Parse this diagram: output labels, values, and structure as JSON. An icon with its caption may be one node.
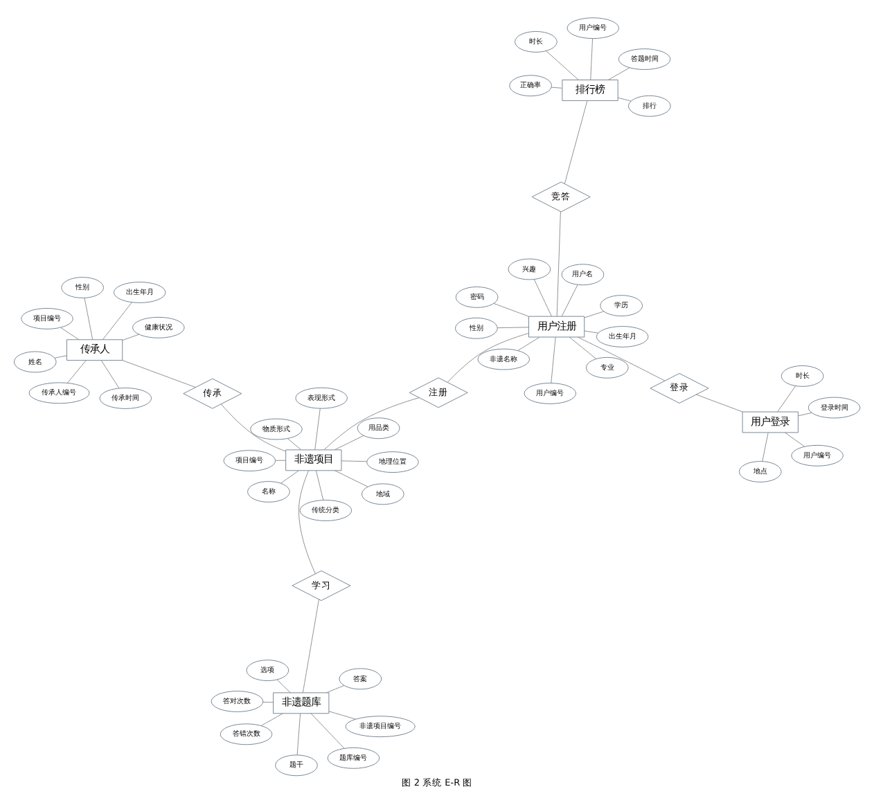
{
  "diagram": {
    "caption": "图 2 系统 E-R 图",
    "nodes": [
      {
        "text": [
          "非遗题库"
        ]
      },
      {
        "text": [
          "非遗项目编号"
        ]
      },
      {
        "text": [
          "题干"
        ]
      },
      {
        "text": [
          "选项"
        ]
      },
      {
        "text": [
          "答案"
        ]
      },
      {
        "text": [
          "答对次数"
        ]
      },
      {
        "text": [
          "答错次数"
        ]
      },
      {
        "text": [
          "题库编号"
        ]
      },
      {
        "text": [
          "学习"
        ]
      },
      {
        "text": [
          "非遗项目"
        ]
      },
      {
        "text": [
          "名称"
        ]
      },
      {
        "text": [
          "项目编号"
        ]
      },
      {
        "text": [
          "地理位置"
        ]
      },
      {
        "text": [
          "用品类"
        ]
      },
      {
        "text": [
          "表现形式"
        ]
      },
      {
        "text": [
          "传统分类"
        ]
      },
      {
        "text": [
          "地域"
        ]
      },
      {
        "text": [
          "物质形式"
        ]
      },
      {
        "text": [
          "传承"
        ]
      },
      {
        "text": [
          "传承人"
        ]
      },
      {
        "text": [
          "传承人编号"
        ]
      },
      {
        "text": [
          "姓名"
        ]
      },
      {
        "text": [
          "性别"
        ]
      },
      {
        "text": [
          "出生年月"
        ]
      },
      {
        "text": [
          "项目编号"
        ]
      },
      {
        "text": [
          "传承时间"
        ]
      },
      {
        "text": [
          "健康状况"
        ]
      },
      {
        "text": [
          "注册"
        ]
      },
      {
        "text": [
          "用户注册"
        ]
      },
      {
        "text": [
          "专业"
        ]
      },
      {
        "text": [
          "兴趣"
        ]
      },
      {
        "text": [
          "出生年月"
        ]
      },
      {
        "text": [
          "非遗名称"
        ]
      },
      {
        "text": [
          "性别"
        ]
      },
      {
        "text": [
          "学历"
        ]
      },
      {
        "text": [
          "用户编号"
        ]
      },
      {
        "text": [
          "密码"
        ]
      },
      {
        "text": [
          "用户名"
        ]
      },
      {
        "text": [
          "竞答"
        ]
      },
      {
        "text": [
          "排行榜"
        ]
      },
      {
        "text": [
          "用户编号"
        ]
      },
      {
        "text": [
          "时长"
        ]
      },
      {
        "text": [
          "正确率"
        ]
      },
      {
        "text": [
          "答题时间"
        ]
      },
      {
        "text": [
          "排行"
        ]
      },
      {
        "text": [
          "登录"
        ]
      },
      {
        "text": [
          "用户登录"
        ]
      },
      {
        "text": [
          "用户编号"
        ]
      },
      {
        "text": [
          "时长"
        ]
      },
      {
        "text": [
          "登录时间"
        ]
      },
      {
        "text": [
          "地点"
        ]
      }
    ],
    "edges": [
      {
        "from": 0,
        "to": 1,
        "arrow": "none"
      },
      {
        "from": 0,
        "to": 2,
        "arrow": "none"
      },
      {
        "from": 0,
        "to": 3,
        "arrow": "none"
      },
      {
        "from": 0,
        "to": 4,
        "arrow": "none"
      },
      {
        "from": 0,
        "to": 5,
        "arrow": "none"
      },
      {
        "from": 0,
        "to": 6,
        "arrow": "none"
      },
      {
        "from": 0,
        "to": 7,
        "arrow": "none"
      },
      {
        "from": 8,
        "to": 0,
        "arrow": "none"
      },
      {
        "from": 9,
        "to": 8,
        "arrow": "none"
      },
      {
        "from": 9,
        "to": 10,
        "arrow": "none"
      },
      {
        "from": 9,
        "to": 11,
        "arrow": "none"
      },
      {
        "from": 9,
        "to": 12,
        "arrow": "none"
      },
      {
        "from": 9,
        "to": 13,
        "arrow": "none"
      },
      {
        "from": 9,
        "to": 14,
        "arrow": "none"
      },
      {
        "from": 9,
        "to": 15,
        "arrow": "none"
      },
      {
        "from": 9,
        "to": 16,
        "arrow": "none"
      },
      {
        "from": 9,
        "to": 17,
        "arrow": "none"
      },
      {
        "from": 9,
        "to": 18,
        "arrow": "none"
      },
      {
        "from": 18,
        "to": 19,
        "arrow": "none"
      },
      {
        "from": 19,
        "to": 20,
        "arrow": "none"
      },
      {
        "from": 19,
        "to": 21,
        "arrow": "none"
      },
      {
        "from": 19,
        "to": 22,
        "arrow": "none"
      },
      {
        "from": 19,
        "to": 23,
        "arrow": "none"
      },
      {
        "from": 19,
        "to": 24,
        "arrow": "none"
      },
      {
        "from": 19,
        "to": 25,
        "arrow": "none"
      },
      {
        "from": 19,
        "to": 26,
        "arrow": "none"
      },
      {
        "from": 9,
        "to": 27,
        "arrow": "none"
      },
      {
        "from": 27,
        "to": 28,
        "arrow": "none"
      },
      {
        "from": 28,
        "to": 29,
        "arrow": "none"
      },
      {
        "from": 28,
        "to": 30,
        "arrow": "none"
      },
      {
        "from": 28,
        "to": 31,
        "arrow": "none"
      },
      {
        "from": 28,
        "to": 32,
        "arrow": "none"
      },
      {
        "from": 28,
        "to": 33,
        "arrow": "none"
      },
      {
        "from": 28,
        "to": 34,
        "arrow": "none"
      },
      {
        "from": 28,
        "to": 35,
        "arrow": "none"
      },
      {
        "from": 28,
        "to": 36,
        "arrow": "none"
      },
      {
        "from": 28,
        "to": 37,
        "arrow": "none"
      },
      {
        "from": 28,
        "to": 38,
        "arrow": "none"
      },
      {
        "from": 38,
        "to": 39,
        "arrow": "none"
      },
      {
        "from": 39,
        "to": 40,
        "arrow": "none"
      },
      {
        "from": 39,
        "to": 41,
        "arrow": "none"
      },
      {
        "from": 39,
        "to": 42,
        "arrow": "none"
      },
      {
        "from": 39,
        "to": 43,
        "arrow": "none"
      },
      {
        "from": 39,
        "to": 44,
        "arrow": "none"
      },
      {
        "from": 28,
        "to": 45,
        "arrow": "none"
      },
      {
        "from": 45,
        "to": 46,
        "arrow": "none"
      },
      {
        "from": 46,
        "to": 47,
        "arrow": "none"
      },
      {
        "from": 46,
        "to": 48,
        "arrow": "none"
      },
      {
        "from": 46,
        "to": 49,
        "arrow": "none"
      },
      {
        "from": 46,
        "to": 50,
        "arrow": "none"
      }
    ]
  }
}
